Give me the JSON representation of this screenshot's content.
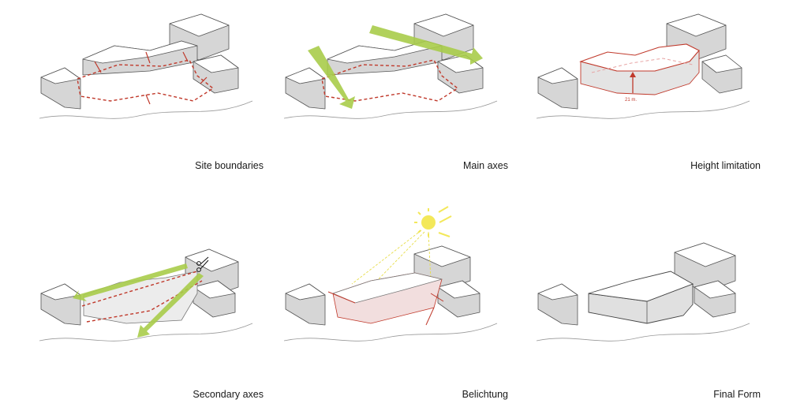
{
  "panels": [
    {
      "caption": "Site boundaries"
    },
    {
      "caption": "Main axes"
    },
    {
      "caption": "Height limitation",
      "dimension_label": "21 m."
    },
    {
      "caption": "Secondary axes"
    },
    {
      "caption": "Belichtung"
    },
    {
      "caption": "Final Form"
    }
  ],
  "colors": {
    "boundary": "#c0392b",
    "axis": "#a9cc4a",
    "sun": "#f3e85a",
    "building_top": "#ffffff",
    "building_side": "#d6d6d6",
    "building_edge": "#555555"
  }
}
